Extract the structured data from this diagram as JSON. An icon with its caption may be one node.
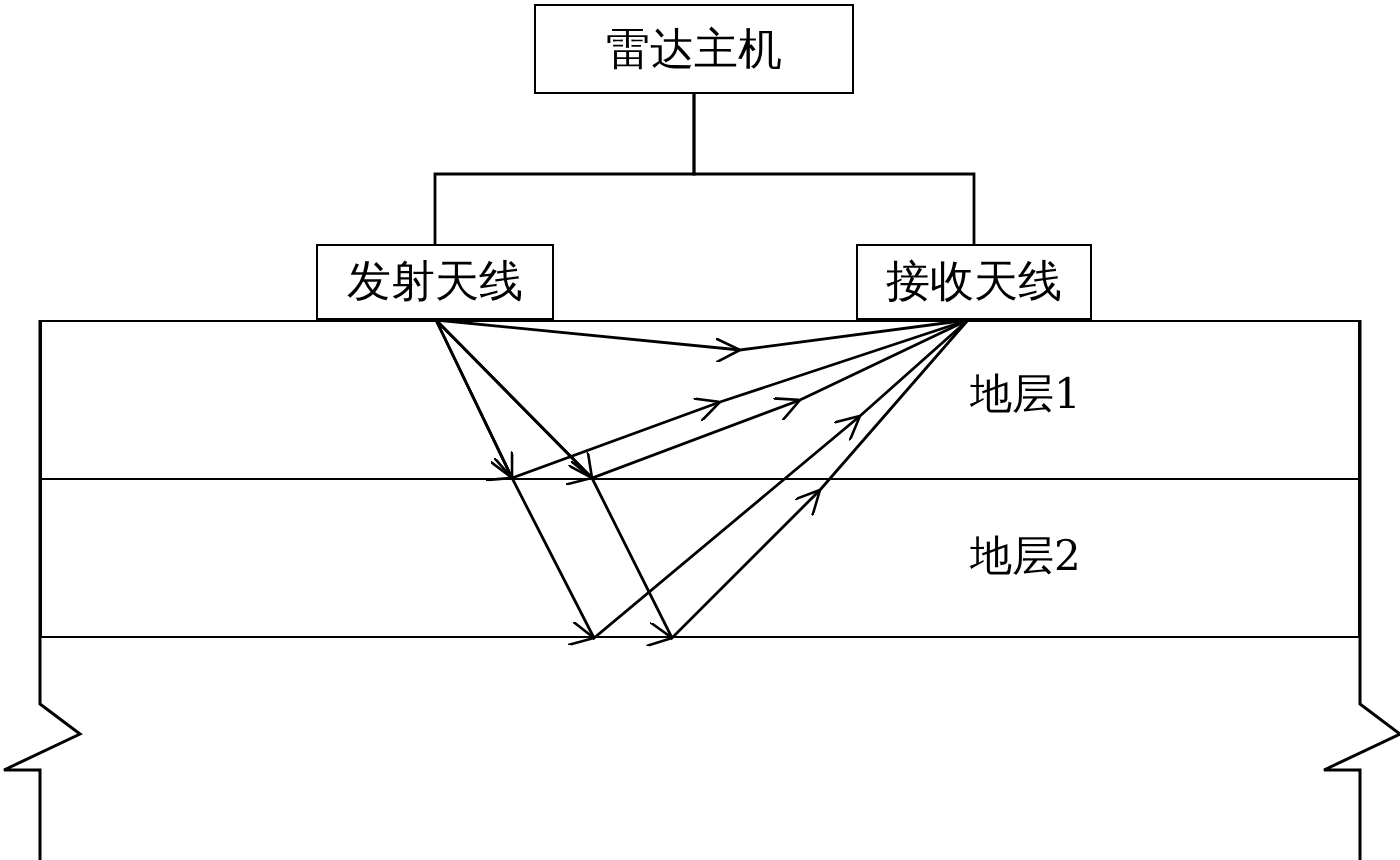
{
  "diagram": {
    "nodes": [
      {
        "text": [
          "雷达主机"
        ]
      },
      {
        "text": [
          "发射天线"
        ]
      },
      {
        "text": [
          "接收天线"
        ]
      },
      {
        "text": [
          "地层1"
        ]
      },
      {
        "text": [
          "地层2"
        ]
      }
    ],
    "edges": [
      {
        "from": 0,
        "to": 1,
        "arrow": "none"
      },
      {
        "from": 0,
        "to": 2,
        "arrow": "none"
      }
    ]
  }
}
